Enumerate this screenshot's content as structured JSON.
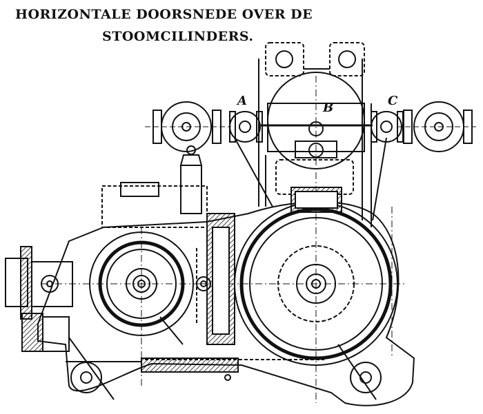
{
  "title": {
    "line1": "HORIZONTALE DOORSNEDE OVER DE",
    "line2": "STOOMCILINDERS."
  },
  "labels": {
    "a": "A",
    "b": "B",
    "c": "C"
  },
  "colors": {
    "ink": "#111111",
    "paper": "#ffffff"
  }
}
